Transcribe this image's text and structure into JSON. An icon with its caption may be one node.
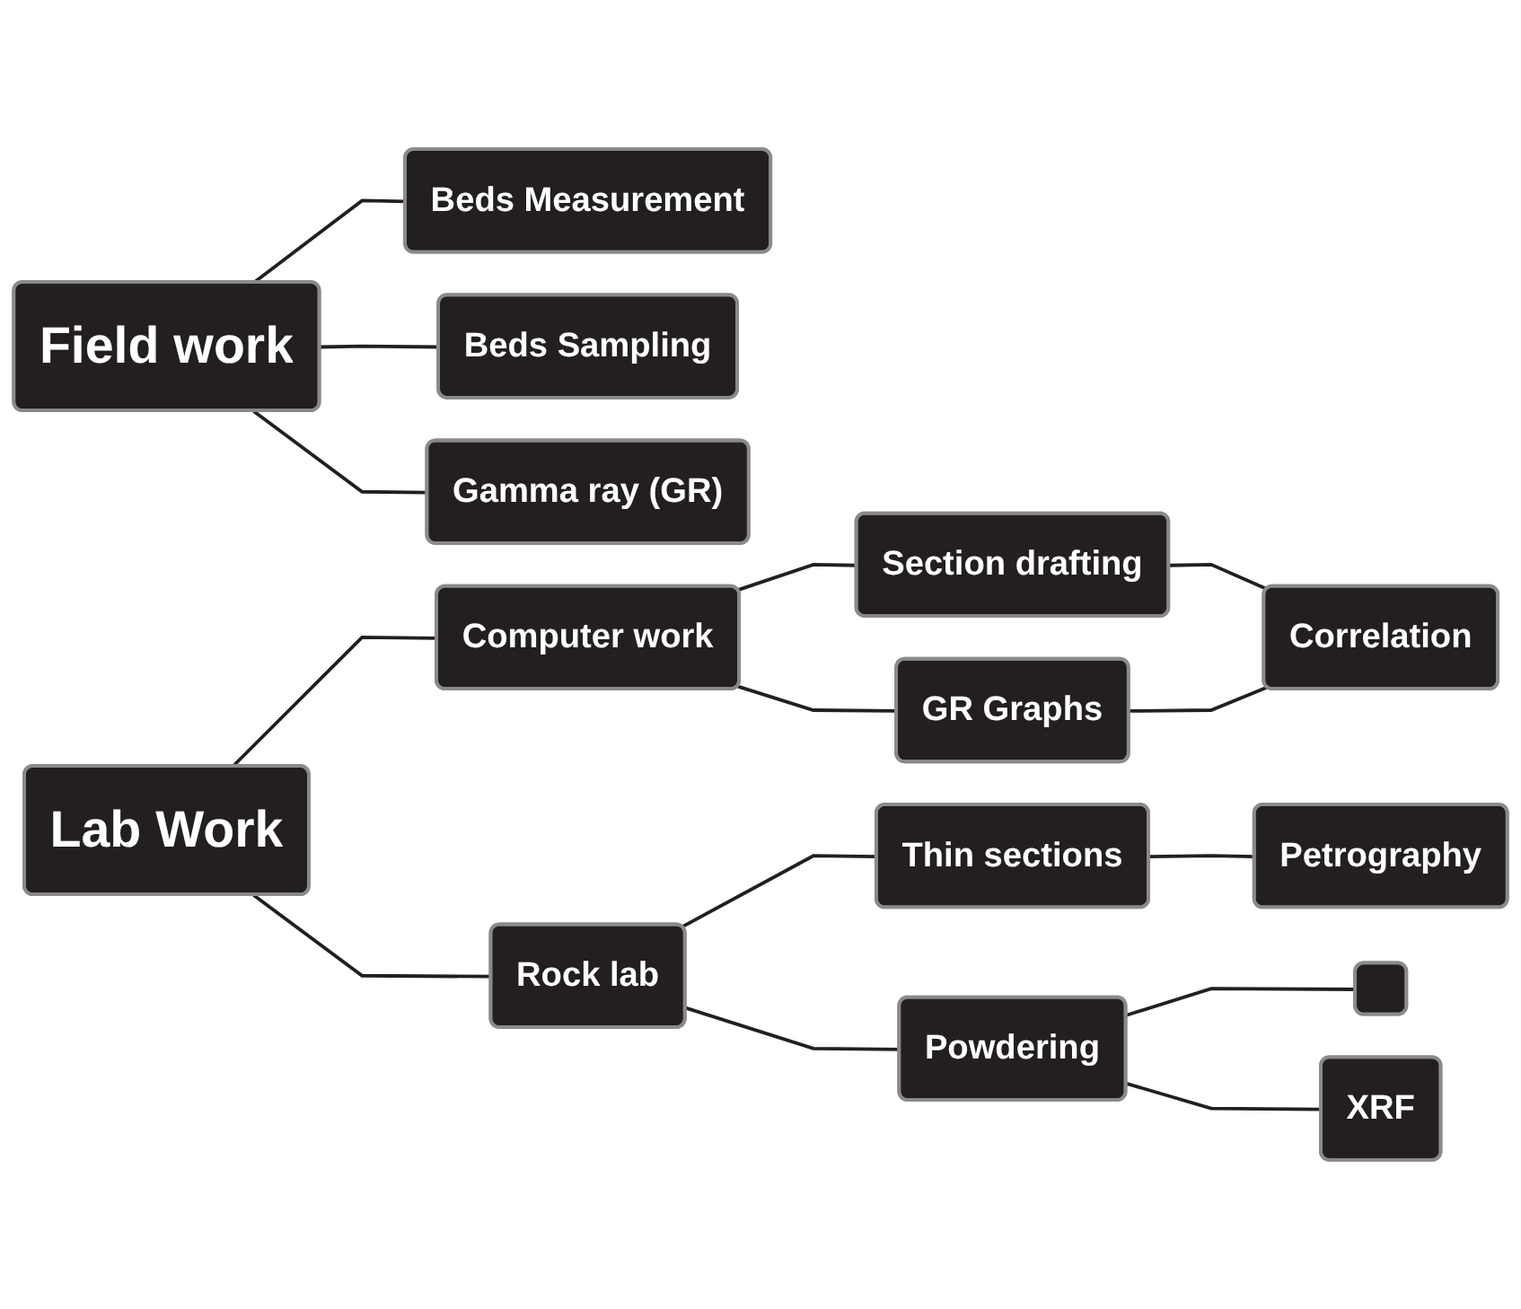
{
  "diagram": {
    "nodes": [
      {
        "text": [
          "Field work"
        ]
      },
      {
        "text": [
          "Beds Measurement"
        ]
      },
      {
        "text": [
          "Beds Sampling"
        ]
      },
      {
        "text": [
          "Gamma ray (GR)"
        ]
      },
      {
        "text": [
          "Lab Work"
        ]
      },
      {
        "text": [
          "Computer work"
        ]
      },
      {
        "text": [
          "Rock lab"
        ]
      },
      {
        "text": [
          "Section drafting"
        ]
      },
      {
        "text": [
          "GR Graphs"
        ]
      },
      {
        "text": [
          "Correlation"
        ]
      },
      {
        "text": [
          "Thin sections"
        ]
      },
      {
        "text": [
          "Petrography"
        ]
      },
      {
        "text": [
          "Powdering"
        ]
      },
      {
        "text": [],
        "shape": "box"
      },
      {
        "text": [
          "XRF"
        ]
      }
    ],
    "edges": [
      {
        "from": 0,
        "to": 1,
        "arrow": "none"
      },
      {
        "from": 0,
        "to": 2,
        "arrow": "none"
      },
      {
        "from": 0,
        "to": 3,
        "arrow": "none"
      },
      {
        "from": 4,
        "to": 5,
        "arrow": "none"
      },
      {
        "from": 4,
        "to": 6,
        "arrow": "none"
      },
      {
        "from": 5,
        "to": 7,
        "arrow": "none"
      },
      {
        "from": 5,
        "to": 8,
        "arrow": "none"
      },
      {
        "from": 7,
        "to": 9,
        "arrow": "none"
      },
      {
        "from": 8,
        "to": 9,
        "arrow": "none"
      },
      {
        "from": 6,
        "to": 10,
        "arrow": "none"
      },
      {
        "from": 6,
        "to": 12,
        "arrow": "none"
      },
      {
        "from": 10,
        "to": 11,
        "arrow": "none"
      },
      {
        "from": 12,
        "to": 13,
        "arrow": "none"
      },
      {
        "from": 12,
        "to": 14,
        "arrow": "none"
      }
    ]
  }
}
